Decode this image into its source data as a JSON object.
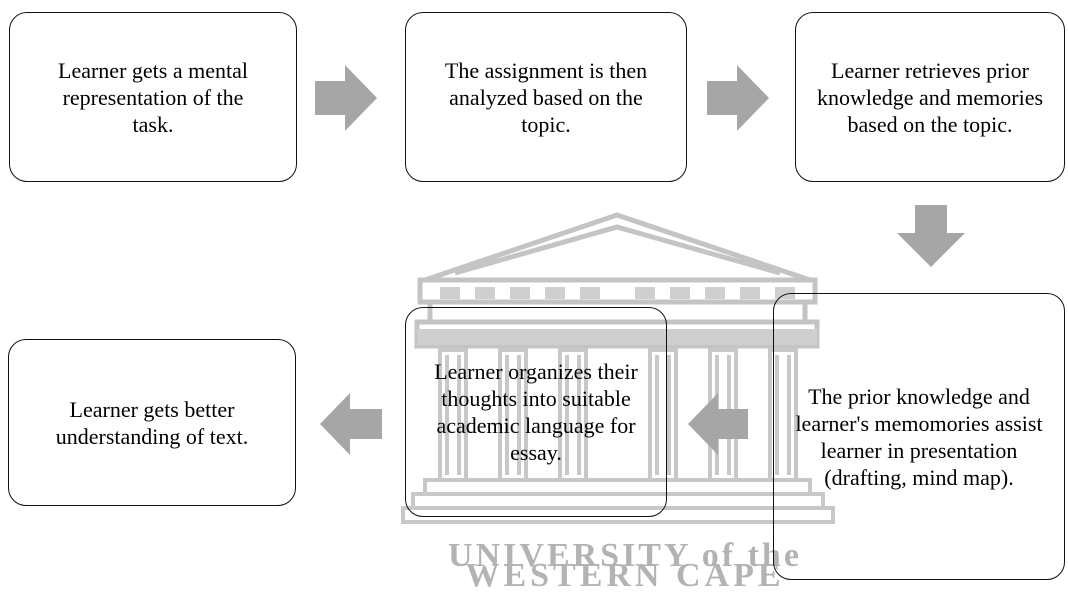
{
  "steps": [
    "Learner gets a mental representation of the task.",
    "The assignment is then analyzed based on the topic.",
    "Learner retrieves prior knowledge and memories based on the topic.",
    "The prior knowledge and learner's memomories assist learner in presentation (drafting, mind map).",
    "Learner organizes their thoughts into suitable academic language for essay.",
    "Learner gets better understanding of text."
  ],
  "watermark": {
    "line1": "UNIVERSITY of the",
    "line2": "WESTERN CAPE",
    "emblem": "university-building-emblem"
  },
  "colors": {
    "box_border": "#111111",
    "arrow": "#a6a6a6",
    "watermark": "#b8b8b8"
  }
}
